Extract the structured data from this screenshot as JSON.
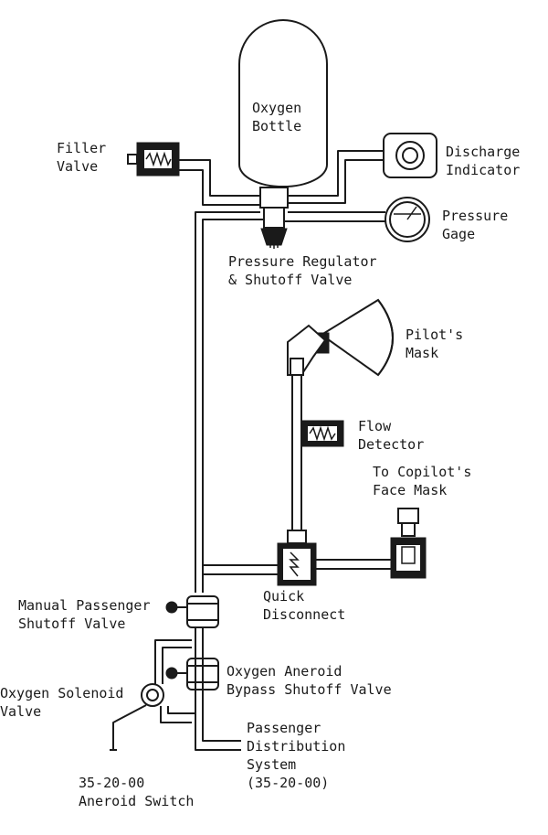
{
  "labels": {
    "oxygen_bottle": [
      "Oxygen",
      "Bottle"
    ],
    "filler_valve": [
      "Filler",
      "Valve"
    ],
    "discharge_indicator": [
      "Discharge",
      "Indicator"
    ],
    "pressure_gage": [
      "Pressure",
      "Gage"
    ],
    "pressure_regulator": [
      "Pressure Regulator",
      "& Shutoff Valve"
    ],
    "pilots_mask": [
      "Pilot's",
      "Mask"
    ],
    "flow_detector": [
      "Flow",
      "Detector"
    ],
    "copilot_mask": [
      "To Copilot's",
      "Face Mask"
    ],
    "quick_disconnect": [
      "Quick",
      "Disconnect"
    ],
    "manual_passenger_valve": [
      "Manual Passenger",
      "Shutoff Valve"
    ],
    "aneroid_bypass_valve": [
      "Oxygen Aneroid",
      "Bypass Shutoff Valve"
    ],
    "oxygen_solenoid_valve": [
      "Oxygen Solenoid",
      "Valve"
    ],
    "passenger_distribution": [
      "Passenger",
      "Distribution",
      "System",
      "(35-20-00)"
    ],
    "aneroid_switch": [
      "35-20-00",
      "Aneroid Switch"
    ]
  }
}
